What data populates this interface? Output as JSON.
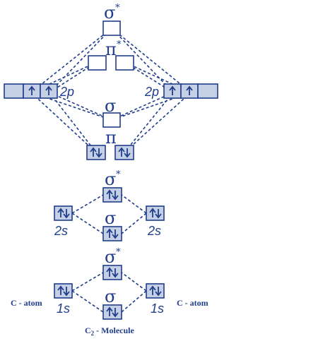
{
  "diagram": {
    "colors": {
      "stroke": "#1f3d8a",
      "filled_orbital": "#c5d0e6",
      "empty_orbital": "#ffffff",
      "text": "#1f3d8a"
    },
    "upper": {
      "sigma_star": "σ",
      "pi_star": "π",
      "star": "*",
      "left_2p": "2p",
      "right_2p": "2p",
      "sigma": "σ",
      "pi": "π"
    },
    "middle": {
      "sigma_star": "σ",
      "star": "*",
      "left_2s": "2s",
      "right_2s": "2s",
      "sigma": "σ"
    },
    "lower": {
      "sigma_star": "σ",
      "star": "*",
      "left_1s": "1s",
      "right_1s": "1s",
      "sigma": "σ",
      "left_atom": "C - atom",
      "right_atom": "C - atom",
      "molecule_prefix": "C",
      "molecule_sub": "2",
      "molecule_suffix": " - Molecule"
    }
  }
}
